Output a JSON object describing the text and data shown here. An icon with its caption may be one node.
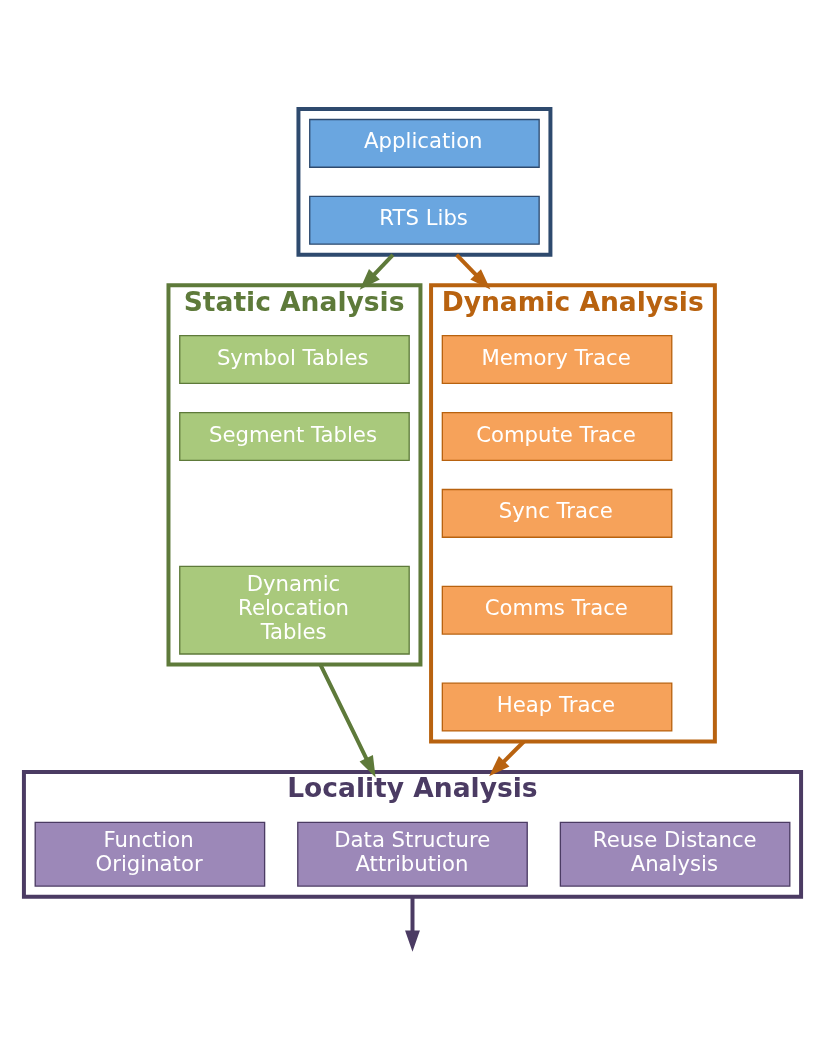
{
  "diagram": {
    "nodes": [
      {
        "text": [],
        "shape": "box"
      },
      {
        "text": [
          "Application"
        ],
        "in": 0
      },
      {
        "text": [
          "RTS Libs"
        ],
        "in": 0
      },
      {
        "text": [
          "Static Analysis"
        ]
      },
      {
        "text": [
          "Symbol Tables"
        ],
        "in": 3
      },
      {
        "text": [
          "Segment Tables"
        ],
        "in": 3
      },
      {
        "text": [
          "Dynamic Relocation Tables"
        ],
        "in": 3
      },
      {
        "text": [
          "Dynamic Analysis"
        ]
      },
      {
        "text": [
          "Memory Trace"
        ],
        "in": 7
      },
      {
        "text": [
          "Compute Trace"
        ],
        "in": 7
      },
      {
        "text": [
          "Sync Trace"
        ],
        "in": 7
      },
      {
        "text": [
          "Comms Trace"
        ],
        "in": 7
      },
      {
        "text": [
          "Heap Trace"
        ],
        "in": 7
      },
      {
        "text": [
          "Locality Analysis"
        ]
      },
      {
        "text": [
          "Function Originator"
        ],
        "in": 13
      },
      {
        "text": [
          "Data Structure Attribution"
        ],
        "in": 13
      },
      {
        "text": [
          "Reuse Distance Analysis"
        ],
        "in": 13
      }
    ],
    "edges": [
      {
        "from": 0,
        "to": 3,
        "arrow": "to",
        "color": "#5e7a3a"
      },
      {
        "from": 0,
        "to": 7,
        "arrow": "to",
        "color": "#b8620f"
      },
      {
        "from": 3,
        "to": 13,
        "arrow": "to",
        "color": "#5e7a3a"
      },
      {
        "from": 7,
        "to": 13,
        "arrow": "to",
        "color": "#b8620f"
      },
      {
        "from": 13,
        "to": null,
        "arrow": "to",
        "color": "#4b3b63"
      }
    ]
  }
}
